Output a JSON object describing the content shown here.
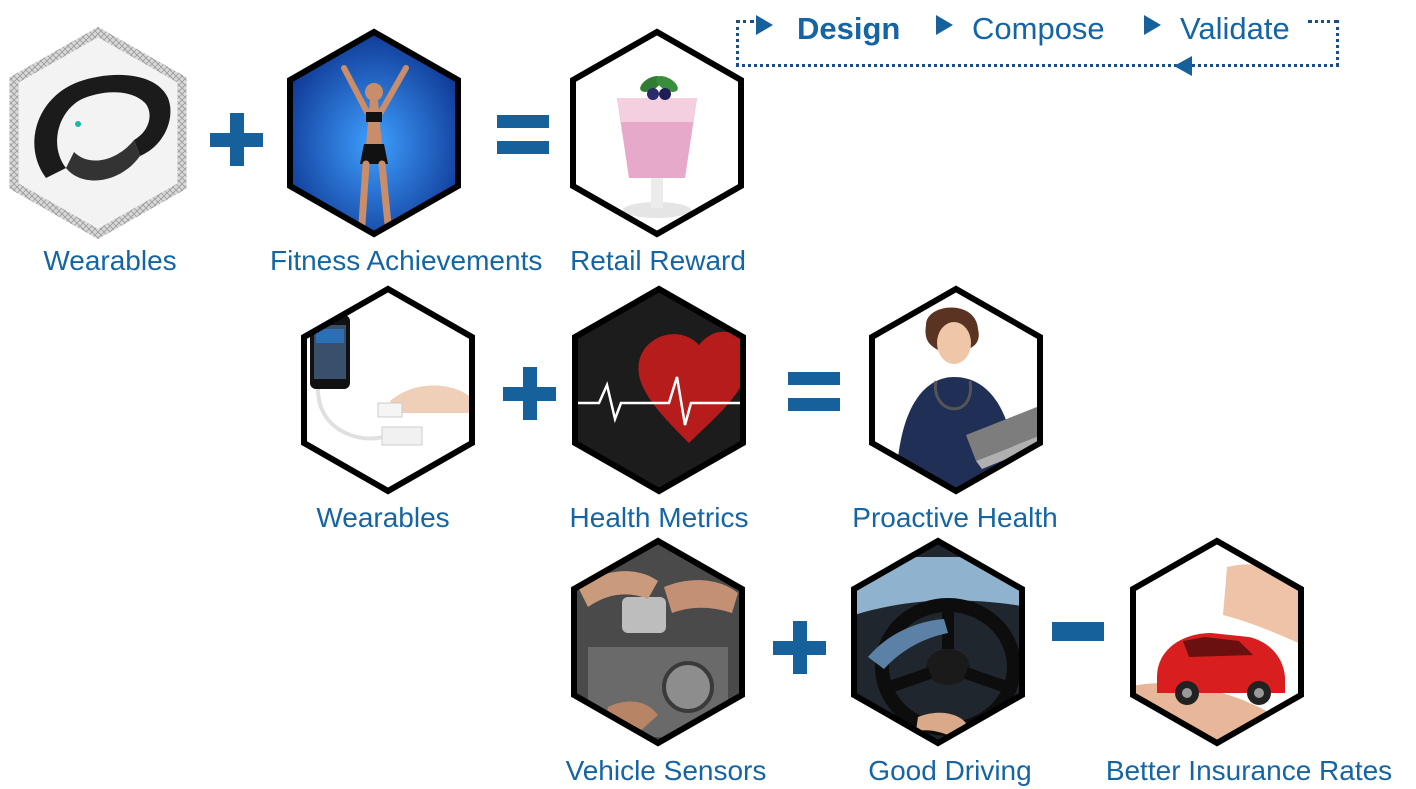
{
  "flow": {
    "steps": [
      "Design",
      "Compose",
      "Validate"
    ],
    "accent": "#1565a4"
  },
  "rows": [
    {
      "items": [
        {
          "label": "Wearables",
          "icon": "fitness-band-image"
        },
        {
          "label": "Fitness Achievements",
          "icon": "athlete-image"
        },
        {
          "label": "Retail Reward",
          "icon": "smoothie-image"
        }
      ],
      "operators": [
        "+",
        "="
      ]
    },
    {
      "items": [
        {
          "label": "Wearables",
          "icon": "pulse-oximeter-phone-image"
        },
        {
          "label": "Health Metrics",
          "icon": "heart-ecg-image"
        },
        {
          "label": "Proactive Health",
          "icon": "nurse-laptop-image"
        }
      ],
      "operators": [
        "+",
        "="
      ]
    },
    {
      "items": [
        {
          "label": "Vehicle Sensors",
          "icon": "engine-sensor-image"
        },
        {
          "label": "Good Driving",
          "icon": "steering-wheel-image"
        },
        {
          "label": "Better Insurance Rates",
          "icon": "red-car-in-hands-image"
        }
      ],
      "operators": [
        "+",
        "-"
      ]
    }
  ]
}
